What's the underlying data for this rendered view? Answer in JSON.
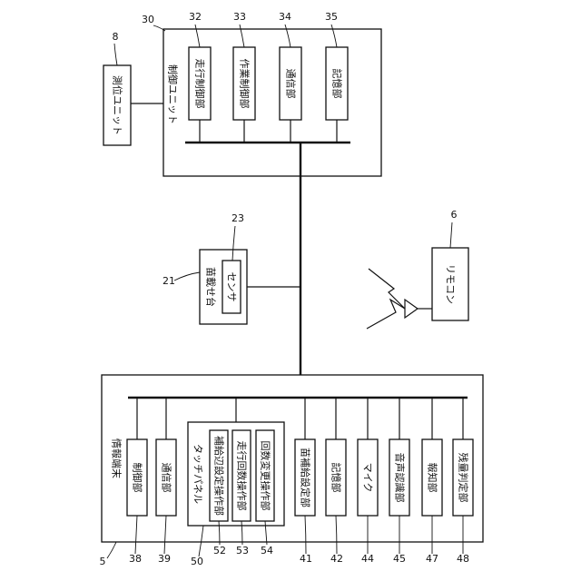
{
  "control_unit": {
    "ref": "30",
    "title": "制御ユニット",
    "modules": [
      {
        "ref": "32",
        "label": "走行制御部"
      },
      {
        "ref": "33",
        "label": "作業制御部"
      },
      {
        "ref": "34",
        "label": "通信部"
      },
      {
        "ref": "35",
        "label": "記憶部"
      }
    ]
  },
  "positioning_unit": {
    "ref": "8",
    "label": "測位ユニット"
  },
  "seedling_stand": {
    "ref": "21",
    "label": "苗載せ台",
    "sensor": {
      "ref": "23",
      "label": "センサ"
    }
  },
  "remote": {
    "ref": "6",
    "label": "リモコン"
  },
  "terminal": {
    "ref": "5",
    "title": "情報端末",
    "left_modules": [
      {
        "ref": "38",
        "label": "制御部"
      },
      {
        "ref": "39",
        "label": "通信部"
      }
    ],
    "touch_panel": {
      "ref": "50",
      "label": "タッチパネル",
      "items": [
        {
          "ref": "52",
          "label": "補給辺設定操作部"
        },
        {
          "ref": "53",
          "label": "走行回数操作部"
        },
        {
          "ref": "54",
          "label": "回数変更操作部"
        }
      ]
    },
    "right_modules": [
      {
        "ref": "41",
        "label": "苗補給設定部"
      },
      {
        "ref": "42",
        "label": "記憶部"
      },
      {
        "ref": "44",
        "label": "マイク"
      },
      {
        "ref": "45",
        "label": "音声認識部"
      },
      {
        "ref": "47",
        "label": "報知部"
      },
      {
        "ref": "48",
        "label": "残量判定部"
      }
    ]
  }
}
